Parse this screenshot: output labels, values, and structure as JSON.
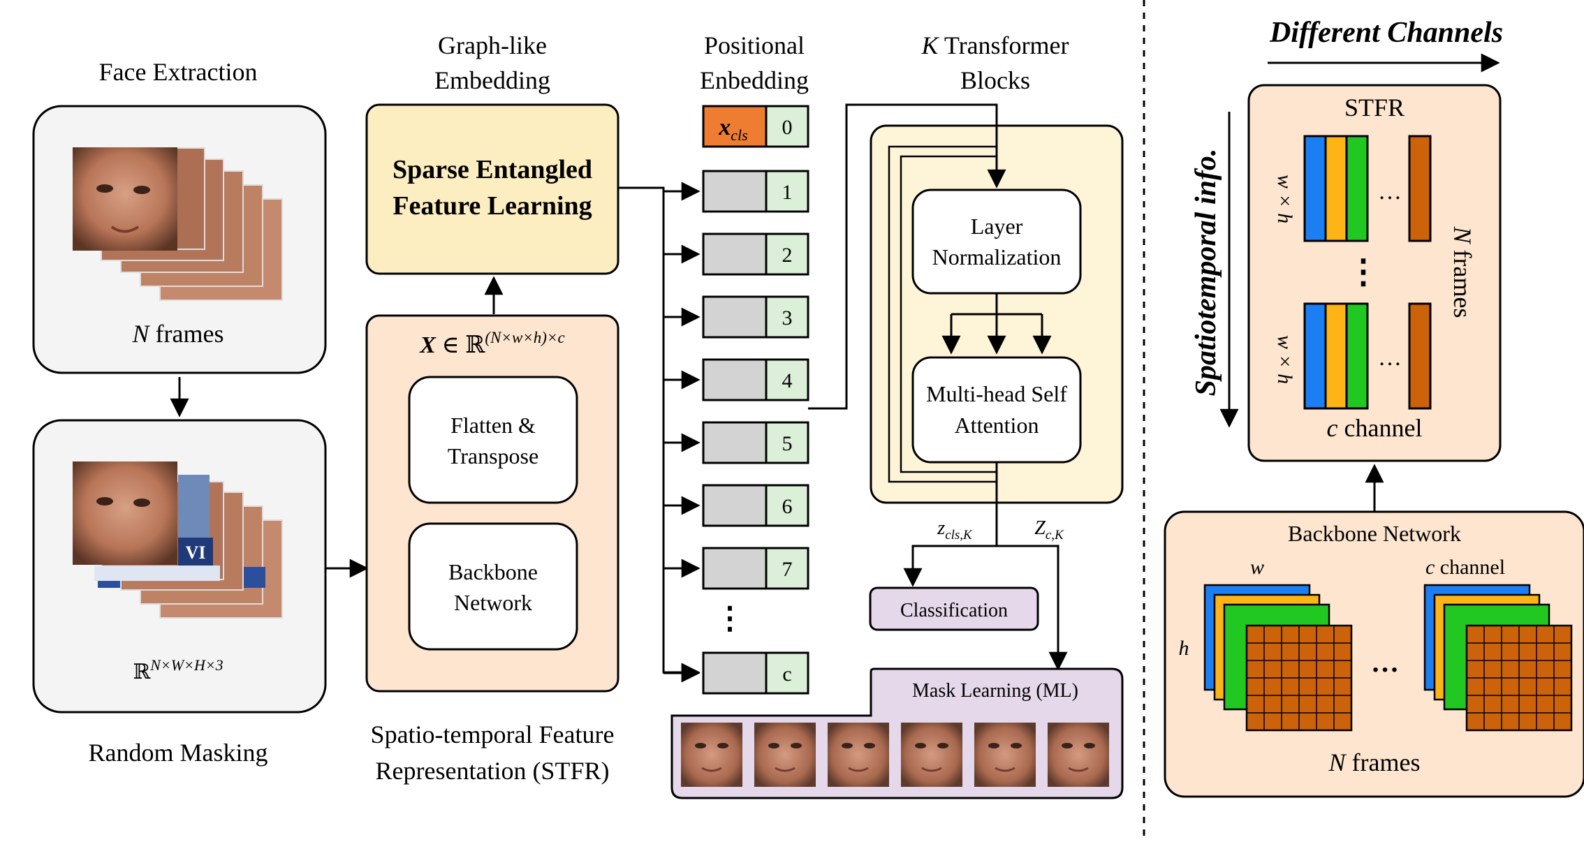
{
  "face_extraction": {
    "title": "Face Extraction",
    "frames_label": "N frames"
  },
  "random_masking": {
    "title": "Random Masking",
    "shape_label": "ℝ^(N×W×H×3)",
    "mask_text": "VI"
  },
  "graph_embedding": {
    "title_line1": "Graph-like",
    "title_line2": "Embedding",
    "box_line1": "Sparse Entangled",
    "box_line2": "Feature Learning"
  },
  "stfr": {
    "formula": "X ∈ ℝ^((N×w×h)×c)",
    "block1_line1": "Flatten &",
    "block1_line2": "Transpose",
    "block2_line1": "Backbone",
    "block2_line2": "Network",
    "caption_line1": "Spatio-temporal Feature",
    "caption_line2": "Representation (STFR)"
  },
  "positional": {
    "title_line1": "Positional",
    "title_line2": "Enbedding",
    "cls_token": "x_cls",
    "tokens": [
      "0",
      "1",
      "2",
      "3",
      "4",
      "5",
      "6",
      "7",
      "c"
    ],
    "ellipsis": "⋮"
  },
  "transformer": {
    "title_line1": "K  Transformer",
    "title_line2": "Blocks",
    "layer_norm_line1": "Layer",
    "layer_norm_line2": "Normalization",
    "mhsa_line1": "Multi-head Self",
    "mhsa_line2": "Attention",
    "z_cls_label": "z_cls,K",
    "z_c_label": "Z_c,K"
  },
  "heads": {
    "classification": "Classification",
    "mask_learning": "Mask Learning (ML)",
    "ml_patch_count": 6
  },
  "right_panel": {
    "different_channels": "Different Channels",
    "spatiotemporal_info": "Spatiotemporal info.",
    "stfr_title": "STFR",
    "wh_label": "w × h",
    "n_frames_vertical": "N frames",
    "c_channel": "c channel",
    "h_dots": "…",
    "v_dots": "⋮",
    "backbone_title": "Backbone Network",
    "w_label": "w",
    "h_label": "h",
    "backbone_c_channel": "c channel",
    "backbone_n_frames": "N frames",
    "backbone_dots": "…"
  },
  "colors": {
    "gray_panel": "#f4f4f4",
    "peach_panel": "#fde5cf",
    "yellow_box": "#fdeec1",
    "cream_panel": "#fef5d9",
    "token_gray": "#d3d3d3",
    "token_green": "#dcefd9",
    "cls_orange": "#ee7d31",
    "lavender": "#e5d8ea",
    "bar_blue": "#1b7ef2",
    "bar_yellow": "#fdb414",
    "bar_green": "#20c821",
    "bar_brown": "#cc6209"
  }
}
